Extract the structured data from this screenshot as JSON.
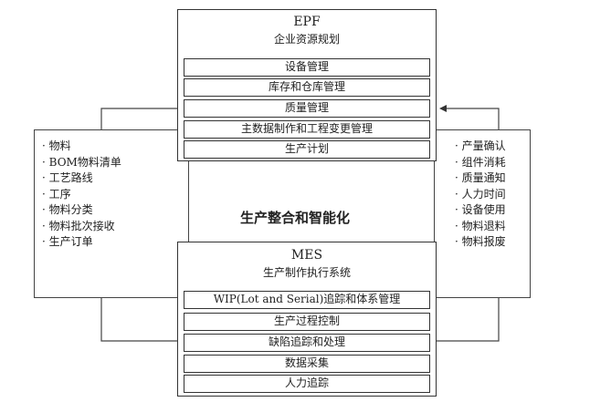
{
  "epf": {
    "title": "EPF",
    "subtitle": "企业资源规划",
    "modules": [
      "设备管理",
      "库存和仓库管理",
      "质量管理",
      "主数据制作和工程变更管理",
      "生产计划"
    ]
  },
  "mes": {
    "title": "MES",
    "subtitle": "生产制作执行系统",
    "modules": [
      "WIP(Lot and Serial)追踪和体系管理",
      "生产过程控制",
      "缺陷追踪和处理",
      "数据采集",
      "人力追踪"
    ]
  },
  "left_list": [
    "物料",
    "BOM物料清单",
    "工艺路线",
    "工序",
    "物料分类",
    "物料批次接收",
    "生产订单"
  ],
  "right_list": [
    "产量确认",
    "组件消耗",
    "质量通知",
    "人力时间",
    "设备使用",
    "物料退料",
    "物料报废"
  ],
  "center_label": "生产整合和智能化",
  "bullet": "·"
}
